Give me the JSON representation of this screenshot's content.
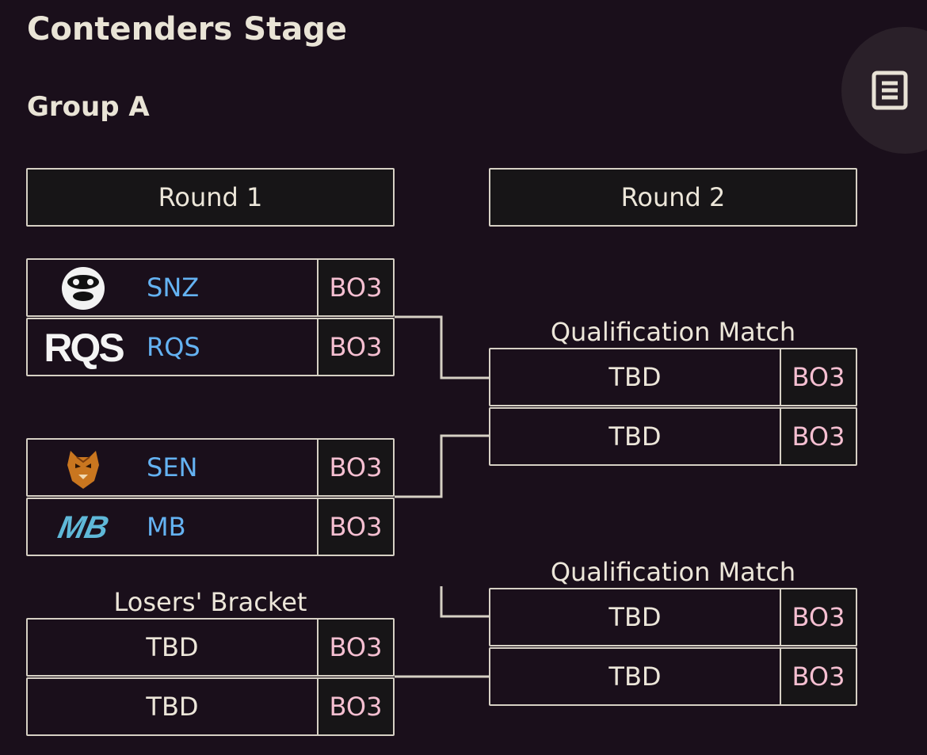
{
  "stage_title": "Contenders Stage",
  "group_title": "Group A",
  "toc_icon": "list-icon",
  "rounds": [
    {
      "label": "Round 1"
    },
    {
      "label": "Round 2"
    }
  ],
  "round1": {
    "teams": [
      {
        "name": "SNZ",
        "format": "BO3",
        "logo": "panda-logo"
      },
      {
        "name": "RQS",
        "format": "BO3",
        "logo": "RQS"
      },
      {
        "name": "SEN",
        "format": "BO3",
        "logo": "tiger-logo"
      },
      {
        "name": "MB",
        "format": "BO3",
        "logo": "MB"
      }
    ],
    "losers_bracket": {
      "label": "Losers' Bracket",
      "slots": [
        {
          "name": "TBD",
          "format": "BO3"
        },
        {
          "name": "TBD",
          "format": "BO3"
        }
      ]
    }
  },
  "round2": {
    "matches": [
      {
        "label": "Qualification Match",
        "slots": [
          {
            "name": "TBD",
            "format": "BO3"
          },
          {
            "name": "TBD",
            "format": "BO3"
          }
        ]
      },
      {
        "label": "Qualification Match",
        "slots": [
          {
            "name": "TBD",
            "format": "BO3"
          },
          {
            "name": "TBD",
            "format": "BO3"
          }
        ]
      }
    ]
  },
  "colors": {
    "background": "#1a0f1b",
    "team_name": "#64b2f2",
    "format": "#f5bfd1",
    "border": "#d6d0c4"
  }
}
